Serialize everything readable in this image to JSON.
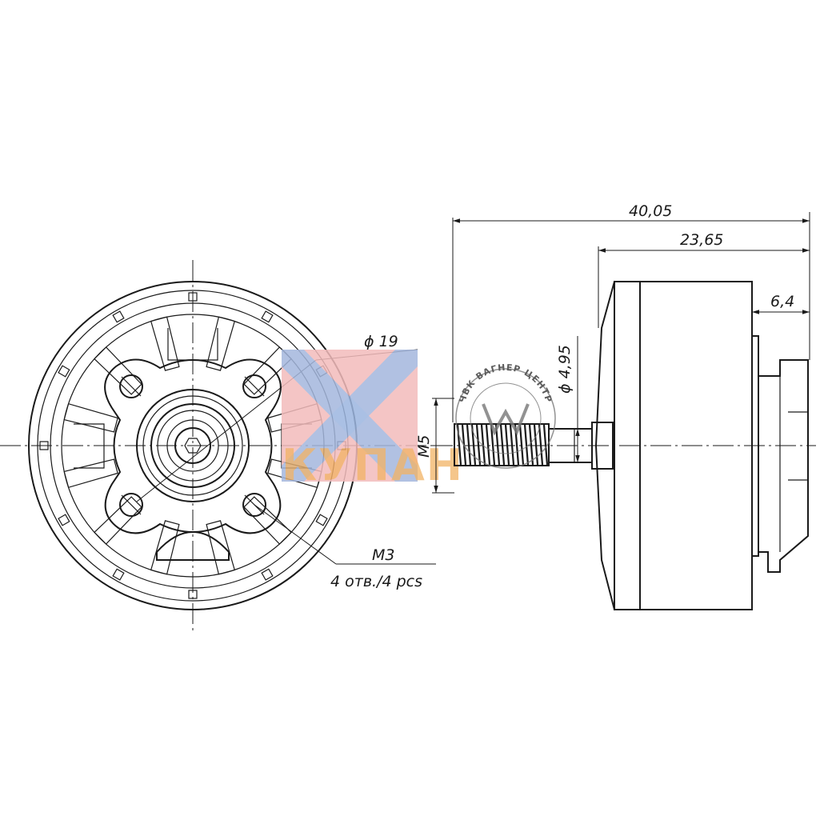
{
  "dimensions": {
    "overall_length": "40,05",
    "body_length": "23,65",
    "base_length": "6,4",
    "shaft_diameter": "ϕ 4,95",
    "thread": "M5",
    "mount_circle_diameter": "ϕ 19",
    "mount_holes_thread": "M3",
    "mount_holes_note": "4 отв./4 pcs"
  },
  "watermarks": {
    "logo_text": "КУПАН",
    "stamp_text": "ЧВК ВАГНЕР ЦЕНТР"
  },
  "colors": {
    "line": "#1a1a1a",
    "flag_pink": "#f3bcbc",
    "flag_blue": "#9bb6e0",
    "logo_orange": "#f0a64a"
  }
}
